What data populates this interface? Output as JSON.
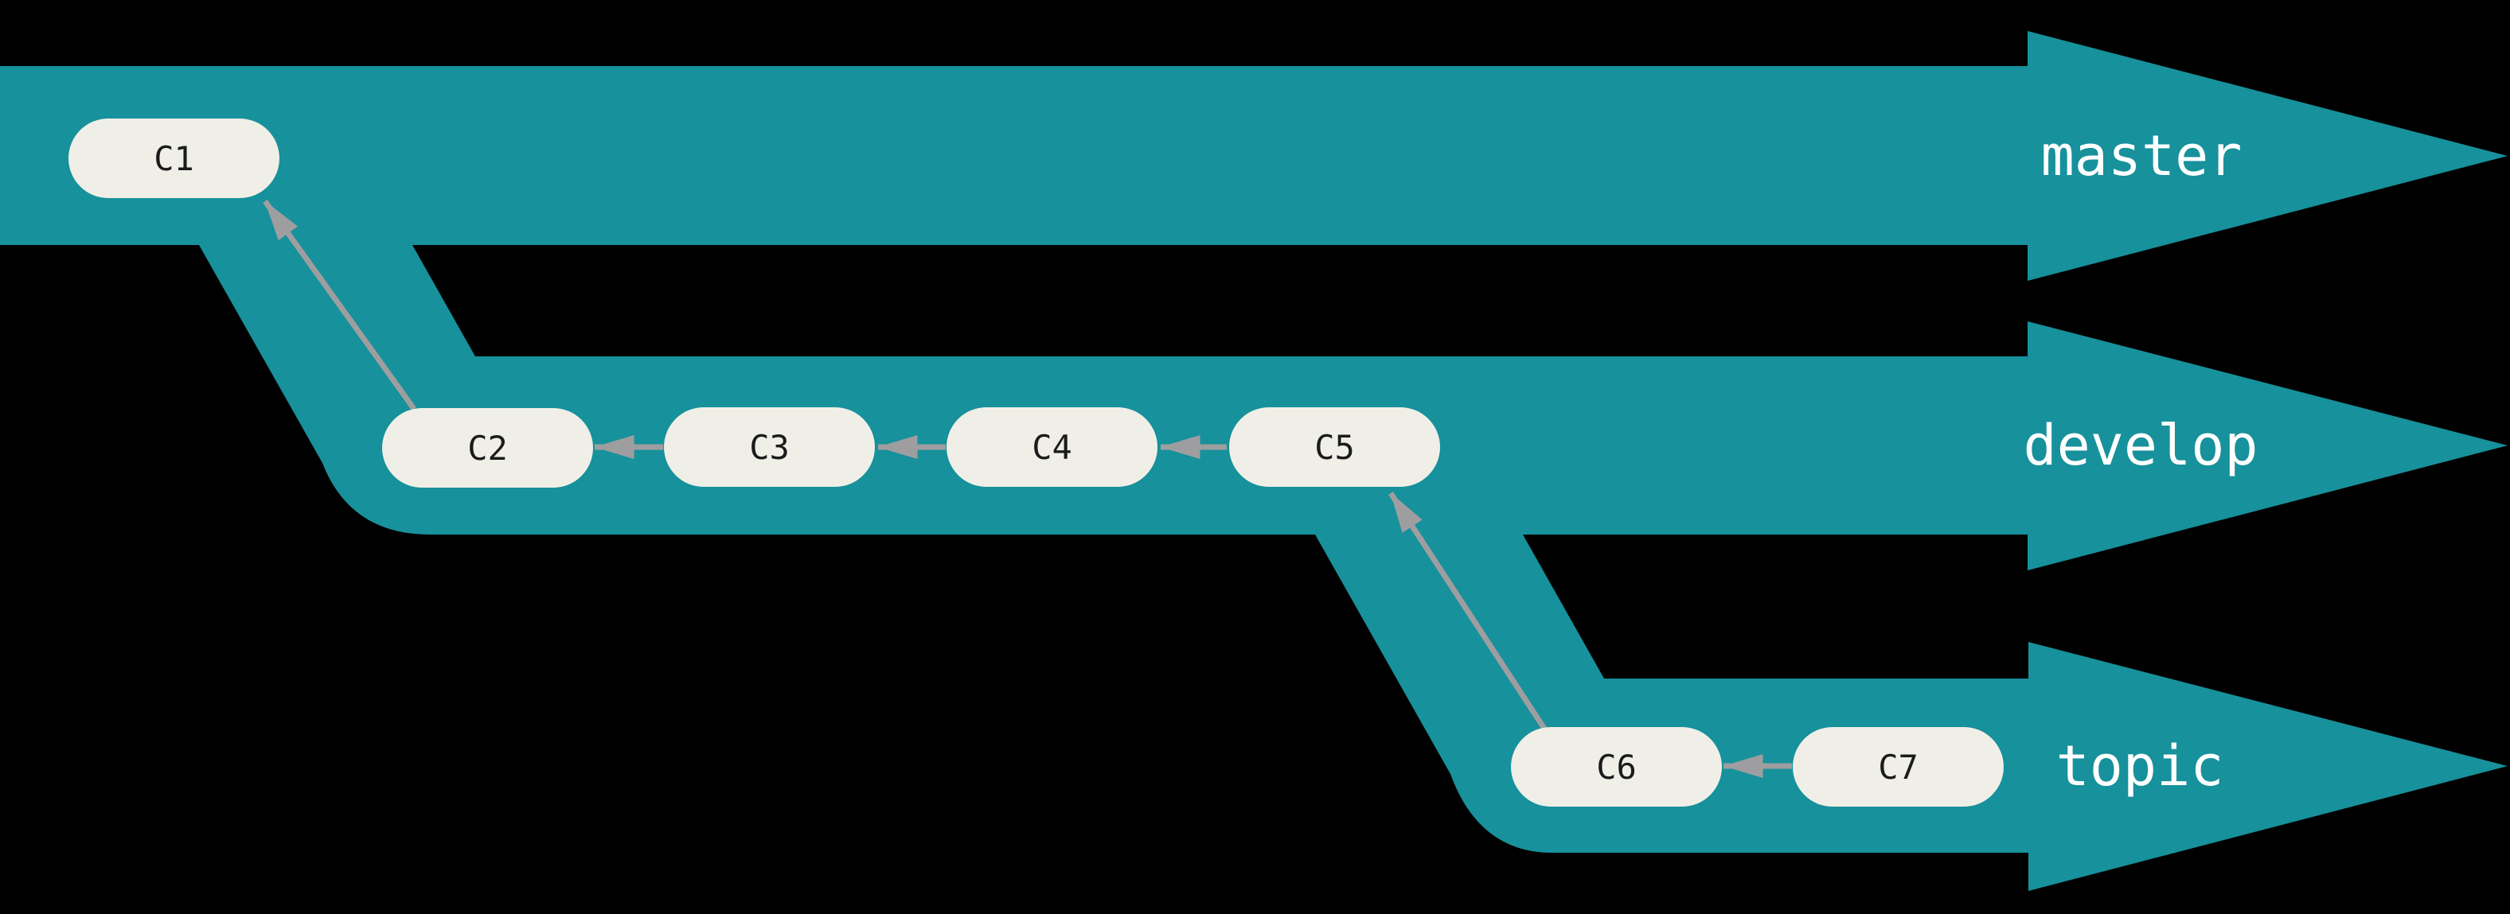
{
  "figure_type": "git-branch-silo-diagram",
  "colors": {
    "background": "#000000",
    "band": "#17919B",
    "node_fill": "#F0EFE7",
    "node_text": "#1B1B1B",
    "arrow": "#9E9EA0",
    "branch_label_text": "#FFFFFF"
  },
  "branches": [
    {
      "label": "master",
      "commits": [
        "C1"
      ]
    },
    {
      "label": "develop",
      "commits": [
        "C2",
        "C3",
        "C4",
        "C5"
      ]
    },
    {
      "label": "topic",
      "commits": [
        "C6",
        "C7"
      ]
    }
  ],
  "commits": [
    {
      "id": "C1",
      "label": "C1",
      "branch": "master"
    },
    {
      "id": "C2",
      "label": "C2",
      "branch": "develop"
    },
    {
      "id": "C3",
      "label": "C3",
      "branch": "develop"
    },
    {
      "id": "C4",
      "label": "C4",
      "branch": "develop"
    },
    {
      "id": "C5",
      "label": "C5",
      "branch": "develop"
    },
    {
      "id": "C6",
      "label": "C6",
      "branch": "topic"
    },
    {
      "id": "C7",
      "label": "C7",
      "branch": "topic"
    }
  ],
  "parent_links": [
    {
      "from": "C2",
      "to": "C1"
    },
    {
      "from": "C3",
      "to": "C2"
    },
    {
      "from": "C4",
      "to": "C3"
    },
    {
      "from": "C5",
      "to": "C4"
    },
    {
      "from": "C6",
      "to": "C5"
    },
    {
      "from": "C7",
      "to": "C6"
    }
  ]
}
